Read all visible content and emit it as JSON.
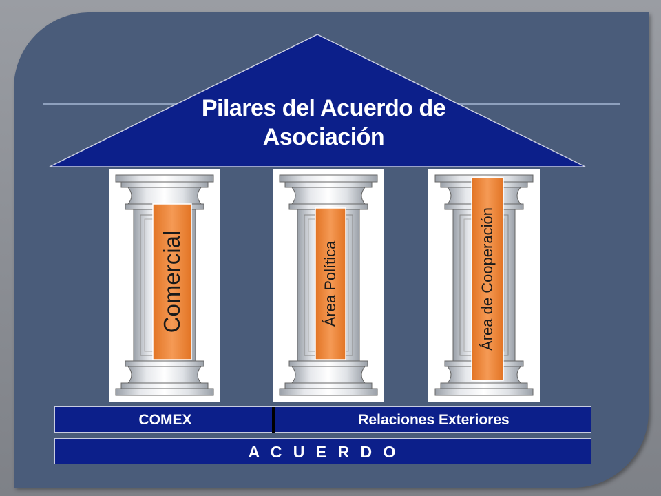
{
  "diagram": {
    "title_line1": "Pilares del Acuerdo de",
    "title_line2": "Asociación",
    "pillars": [
      {
        "label": "Comercial"
      },
      {
        "label": "Área Política"
      },
      {
        "label": "Área de Cooperación"
      }
    ],
    "bar_top": {
      "left": "COMEX",
      "right": "Relaciones Exteriores"
    },
    "bar_bottom": {
      "label": "A C U E R D O"
    }
  },
  "colors": {
    "roof": "#0c1f8a",
    "bars": "#0c1f8a",
    "panel": "#4a5c7a",
    "pillar_label": "#f08a3c"
  }
}
